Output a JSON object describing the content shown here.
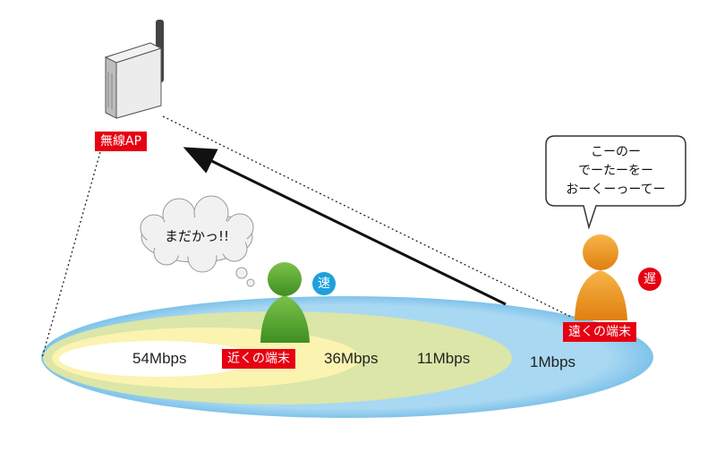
{
  "ap": {
    "label": "無線AP"
  },
  "rates": [
    "54Mbps",
    "36Mbps",
    "11Mbps",
    "1Mbps"
  ],
  "near_terminal": {
    "label": "近くの端末",
    "badge": "速",
    "thought": "まだかっ!!"
  },
  "far_terminal": {
    "label": "遠くの端末",
    "badge": "遅",
    "speech": [
      "こーのー",
      "でーたーをー",
      "おーくーっーてー"
    ]
  },
  "colors": {
    "red_tag": "#e60012",
    "zone_outer": "#8ecbee",
    "zone_mid": "#dbe6a8",
    "zone_inner": "#fbf3b0",
    "near_figure": "#5aa832",
    "far_figure": "#f09a20",
    "fast_badge": "#1fa0dc"
  }
}
